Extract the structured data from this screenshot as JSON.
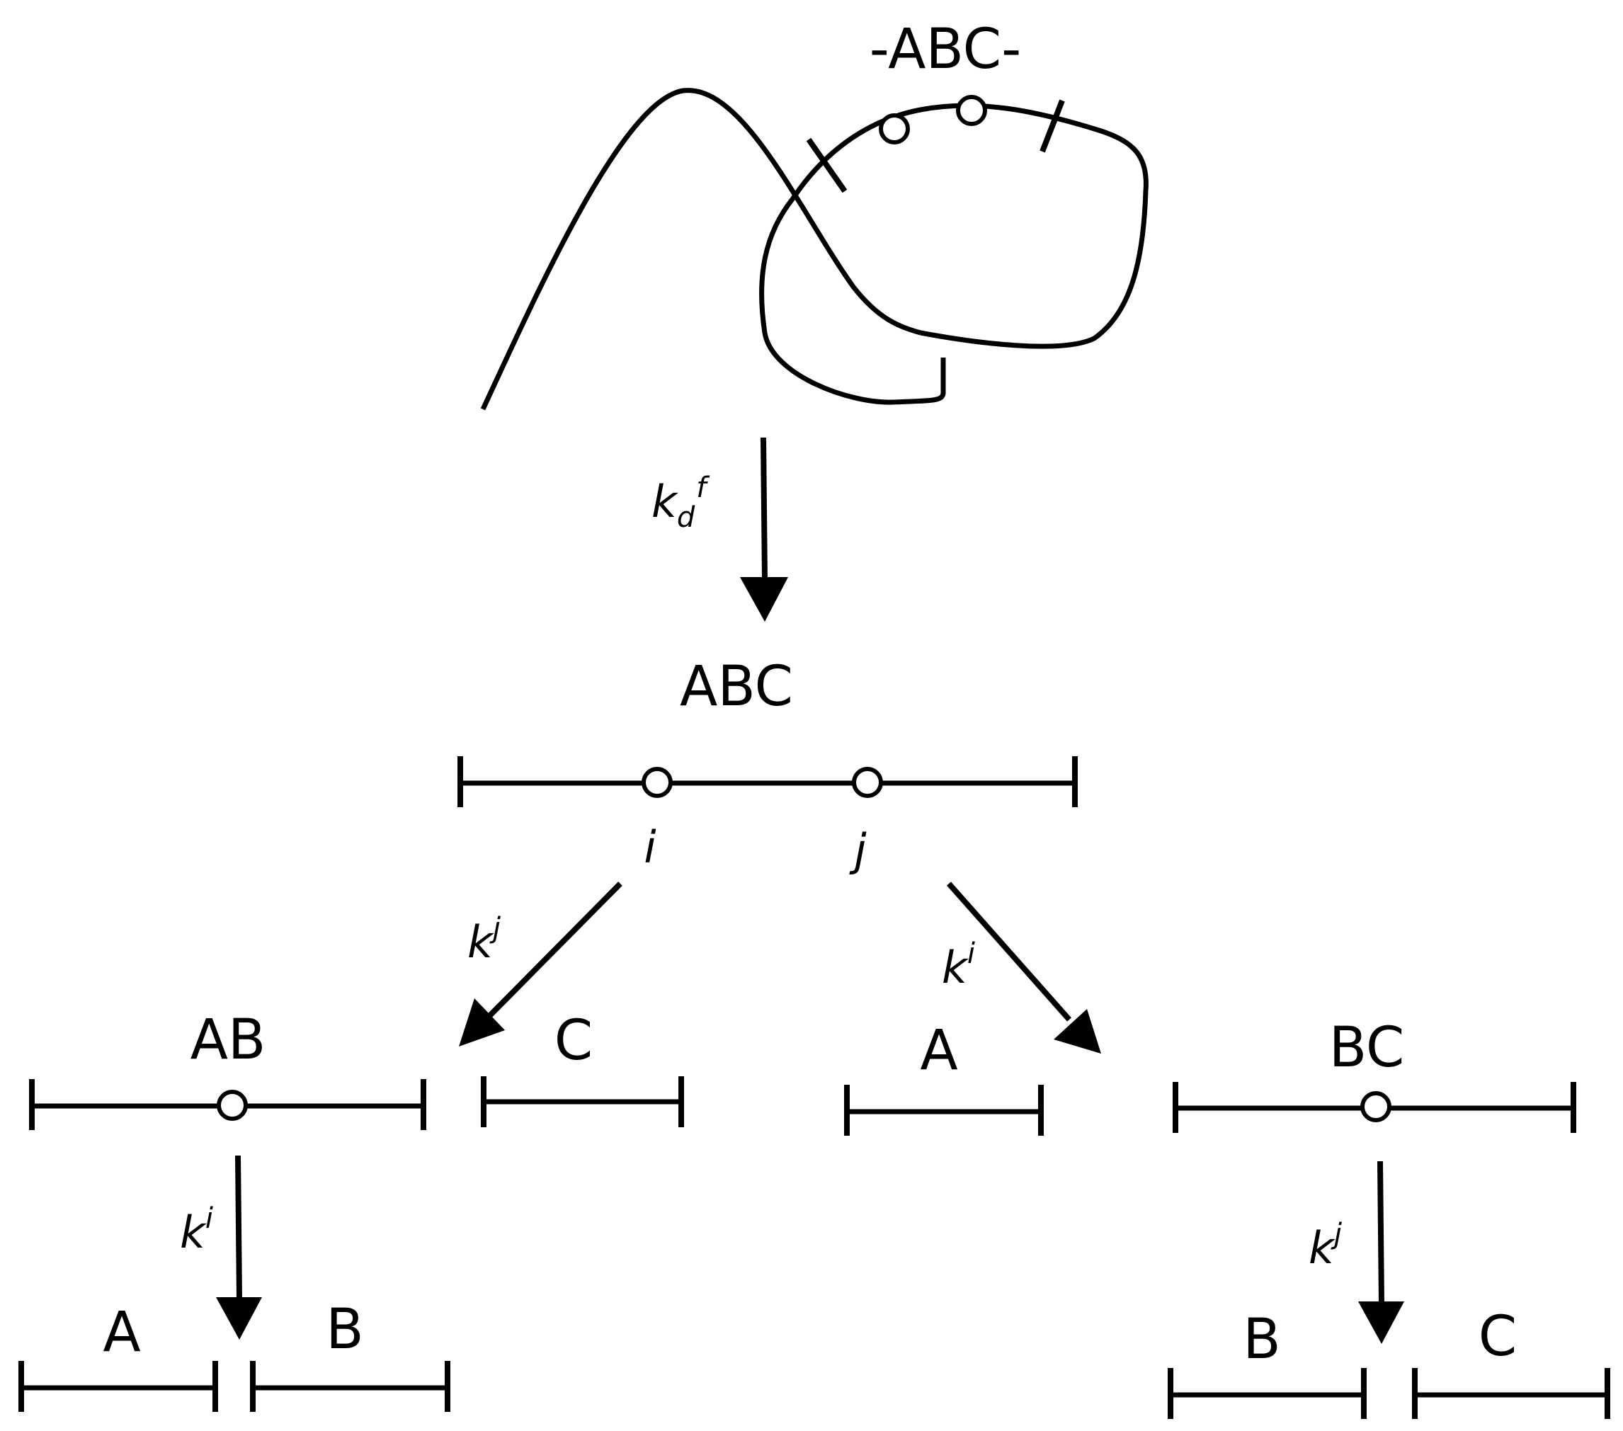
{
  "diagram": {
    "top_label": "-ABC-",
    "rate_kdf": {
      "base": "k",
      "sub": "d",
      "sup": "f"
    },
    "rate_kj_left": {
      "base": "k",
      "sup": "j"
    },
    "rate_ki_right": {
      "base": "k",
      "sup": "i"
    },
    "rate_ki_bottom_left": {
      "base": "k",
      "sup": "i"
    },
    "rate_kj_bottom_right": {
      "base": "k",
      "sup": "j"
    },
    "strands": {
      "abc": "ABC",
      "ab": "AB",
      "c_mid": "C",
      "a_mid": "A",
      "bc": "BC",
      "a_bottom": "A",
      "b_bottom_left": "B",
      "b_bottom_right": "B",
      "c_bottom": "C"
    },
    "sites": {
      "i": "i",
      "j": "j"
    }
  }
}
